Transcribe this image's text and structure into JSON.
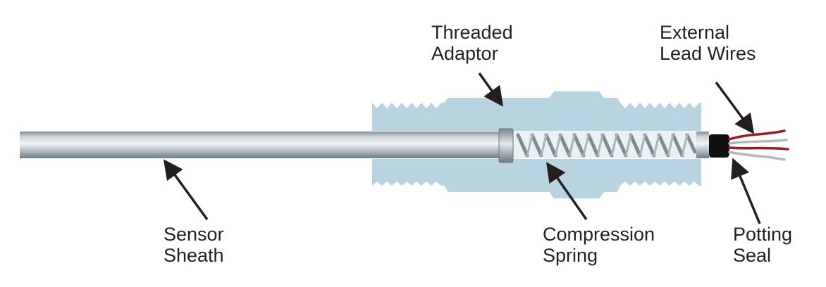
{
  "labels": {
    "threaded_adaptor": [
      "Threaded",
      "Adaptor"
    ],
    "external_lead_wires": [
      "External",
      "Lead Wires"
    ],
    "sensor_sheath": [
      "Sensor",
      "Sheath"
    ],
    "compression_spring": [
      "Compression",
      "Spring"
    ],
    "potting_seal": [
      "Potting",
      "Seal"
    ]
  },
  "colors": {
    "adaptor_fill": "#b9d4e1",
    "sheath_light": "#e8ecef",
    "sheath_dark": "#8d9aa3",
    "spring": "#7f8a92",
    "potting_seal": "#111111",
    "wire_red": "#9c1b22",
    "wire_grey": "#b4b8bb",
    "arrow": "#231f20",
    "text": "#231f20"
  },
  "icons": [
    "arrow-icon"
  ]
}
